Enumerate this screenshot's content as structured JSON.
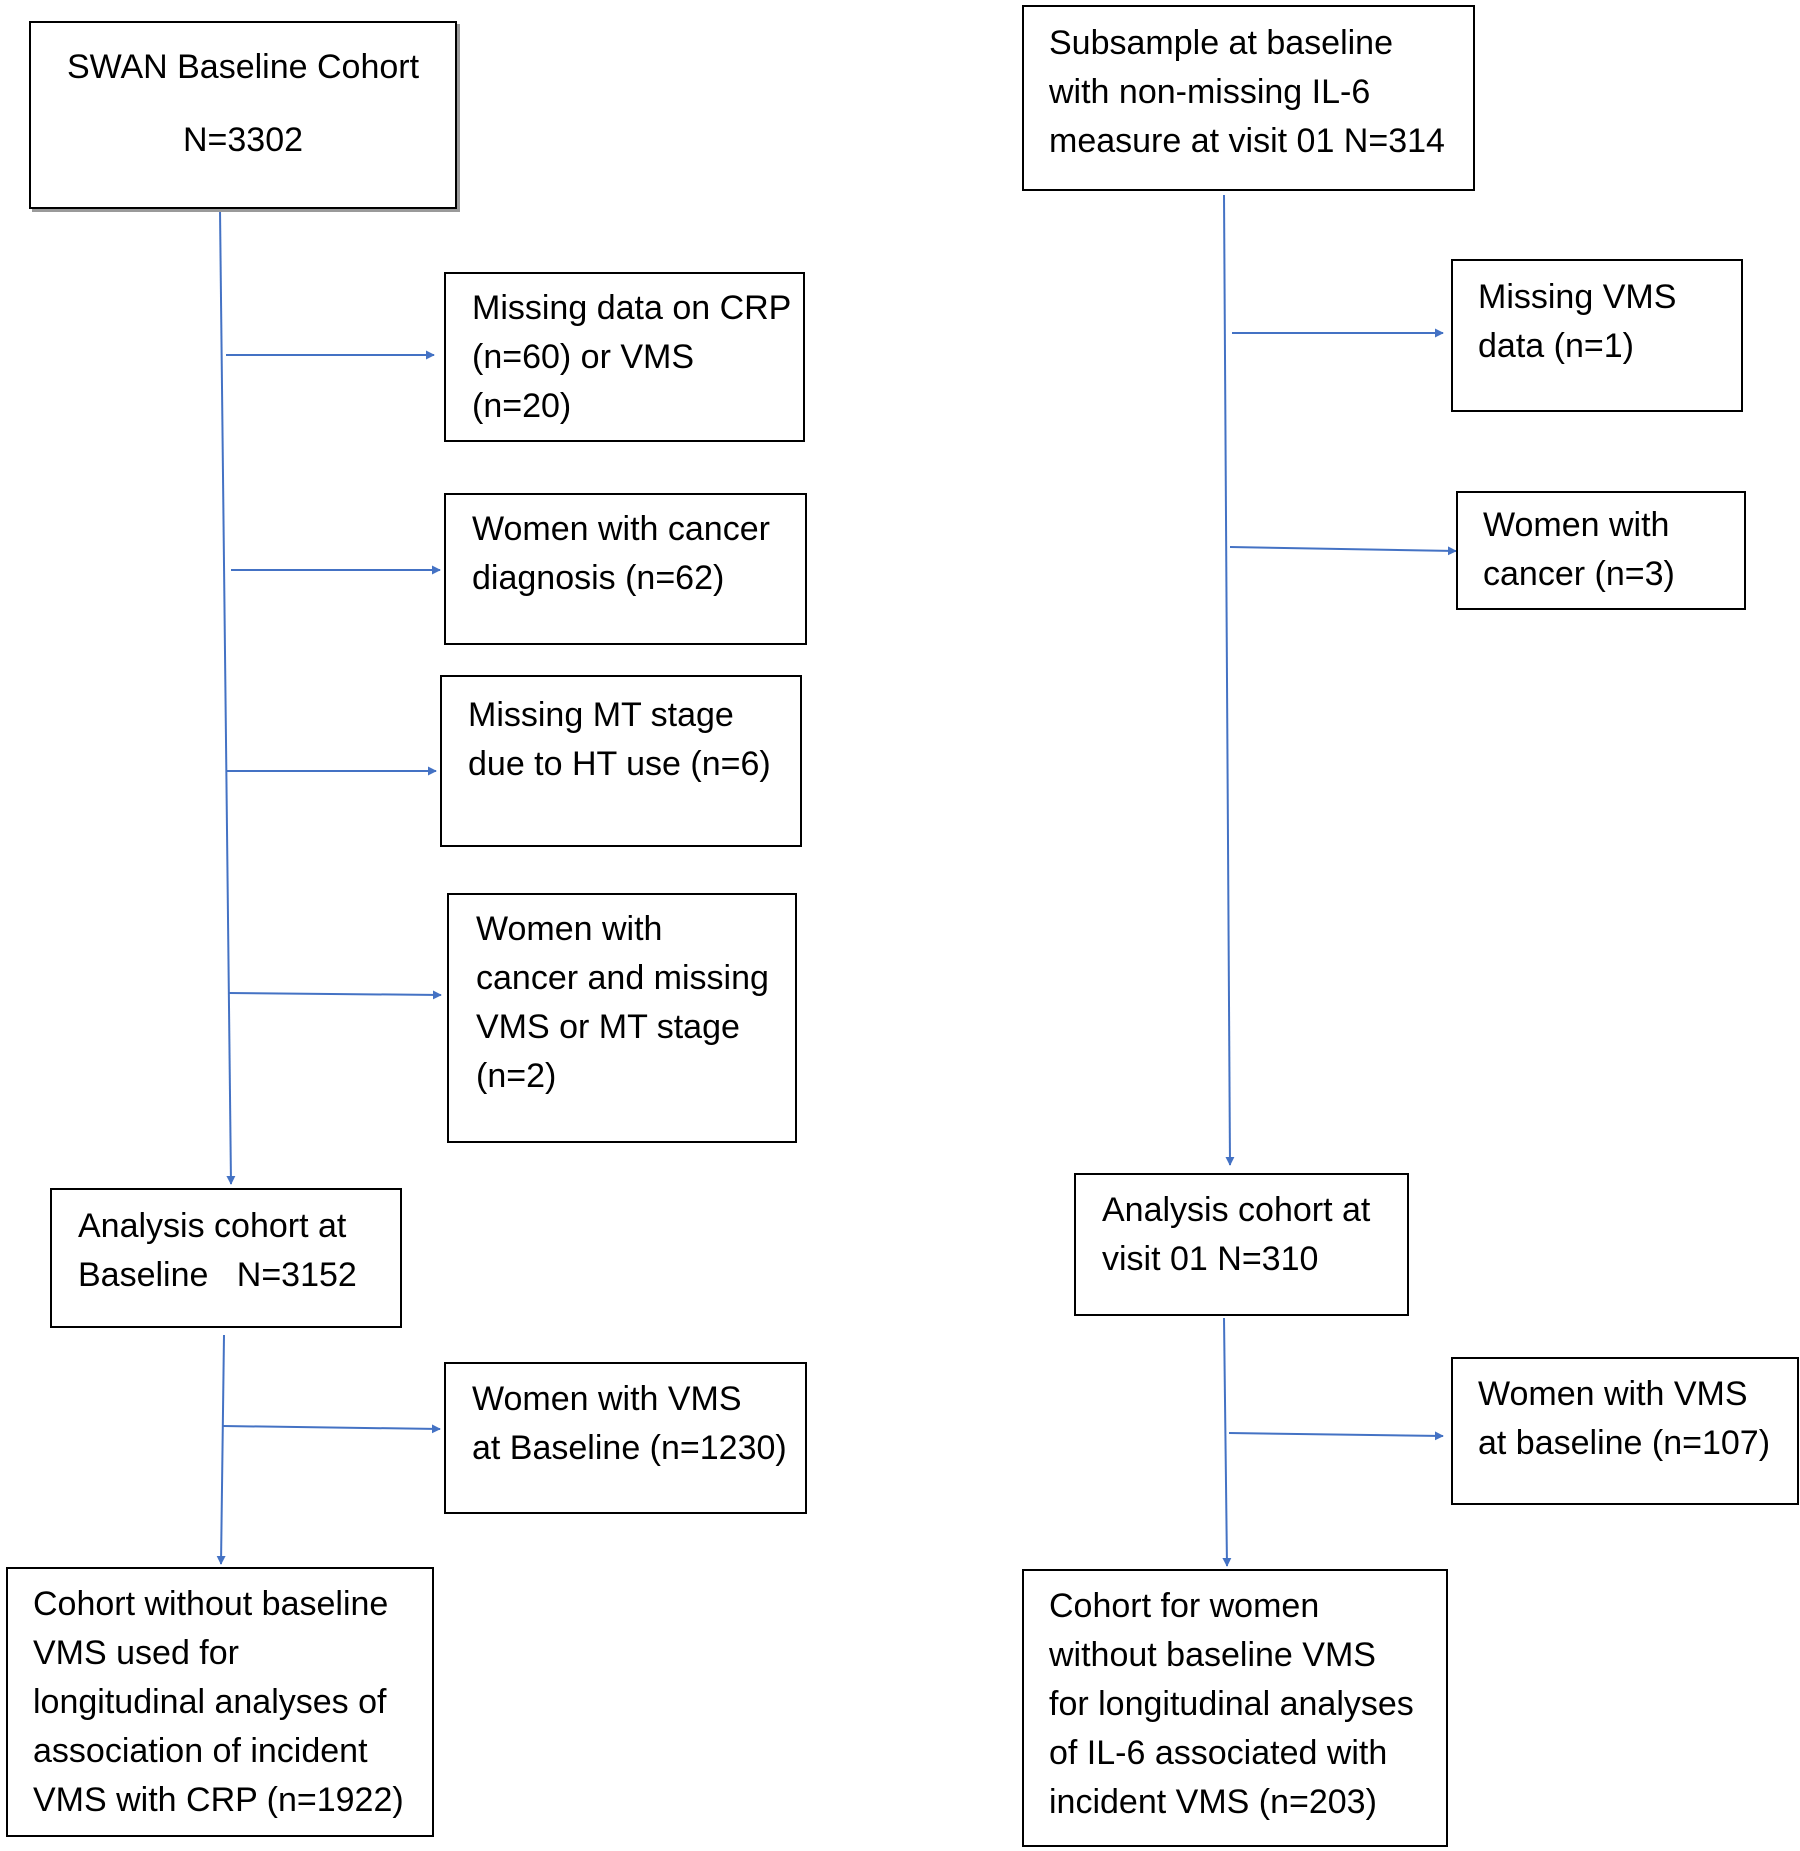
{
  "colors": {
    "arrow": "#4472C4",
    "border": "#000000",
    "text": "#000000"
  },
  "left": {
    "start": {
      "lines": [
        "SWAN Baseline Cohort",
        "N=3302"
      ]
    },
    "exclusions": [
      {
        "lines": [
          "Missing data on CRP",
          "(n=60) or VMS",
          "(n=20)"
        ]
      },
      {
        "lines": [
          "Women with cancer",
          "diagnosis (n=62)"
        ]
      },
      {
        "lines": [
          "Missing MT stage",
          "due to HT use (n=6)"
        ]
      },
      {
        "lines": [
          "Women with",
          "cancer and missing",
          "VMS or MT stage",
          "(n=2)"
        ]
      }
    ],
    "analysis": {
      "lines": [
        "Analysis cohort at",
        "Baseline   N=3152"
      ]
    },
    "vms_exclusion": {
      "lines": [
        "Women with VMS",
        "at Baseline (n=1230)"
      ]
    },
    "final": {
      "lines": [
        "Cohort without baseline",
        "VMS used for",
        "longitudinal analyses of",
        "association of incident",
        "VMS with CRP (n=1922)"
      ]
    }
  },
  "right": {
    "start": {
      "lines": [
        "Subsample at baseline",
        "with non-missing IL-6",
        "measure at visit 01 N=314"
      ]
    },
    "exclusions": [
      {
        "lines": [
          "Missing VMS",
          "data (n=1)"
        ]
      },
      {
        "lines": [
          "Women with",
          "cancer (n=3)"
        ]
      }
    ],
    "analysis": {
      "lines": [
        "Analysis cohort at",
        "visit 01 N=310"
      ]
    },
    "vms_exclusion": {
      "lines": [
        "Women with VMS",
        "at baseline (n=107)"
      ]
    },
    "final": {
      "lines": [
        "Cohort for women",
        "without baseline VMS",
        "for longitudinal analyses",
        "of IL-6 associated with",
        "incident VMS (n=203)"
      ]
    }
  }
}
